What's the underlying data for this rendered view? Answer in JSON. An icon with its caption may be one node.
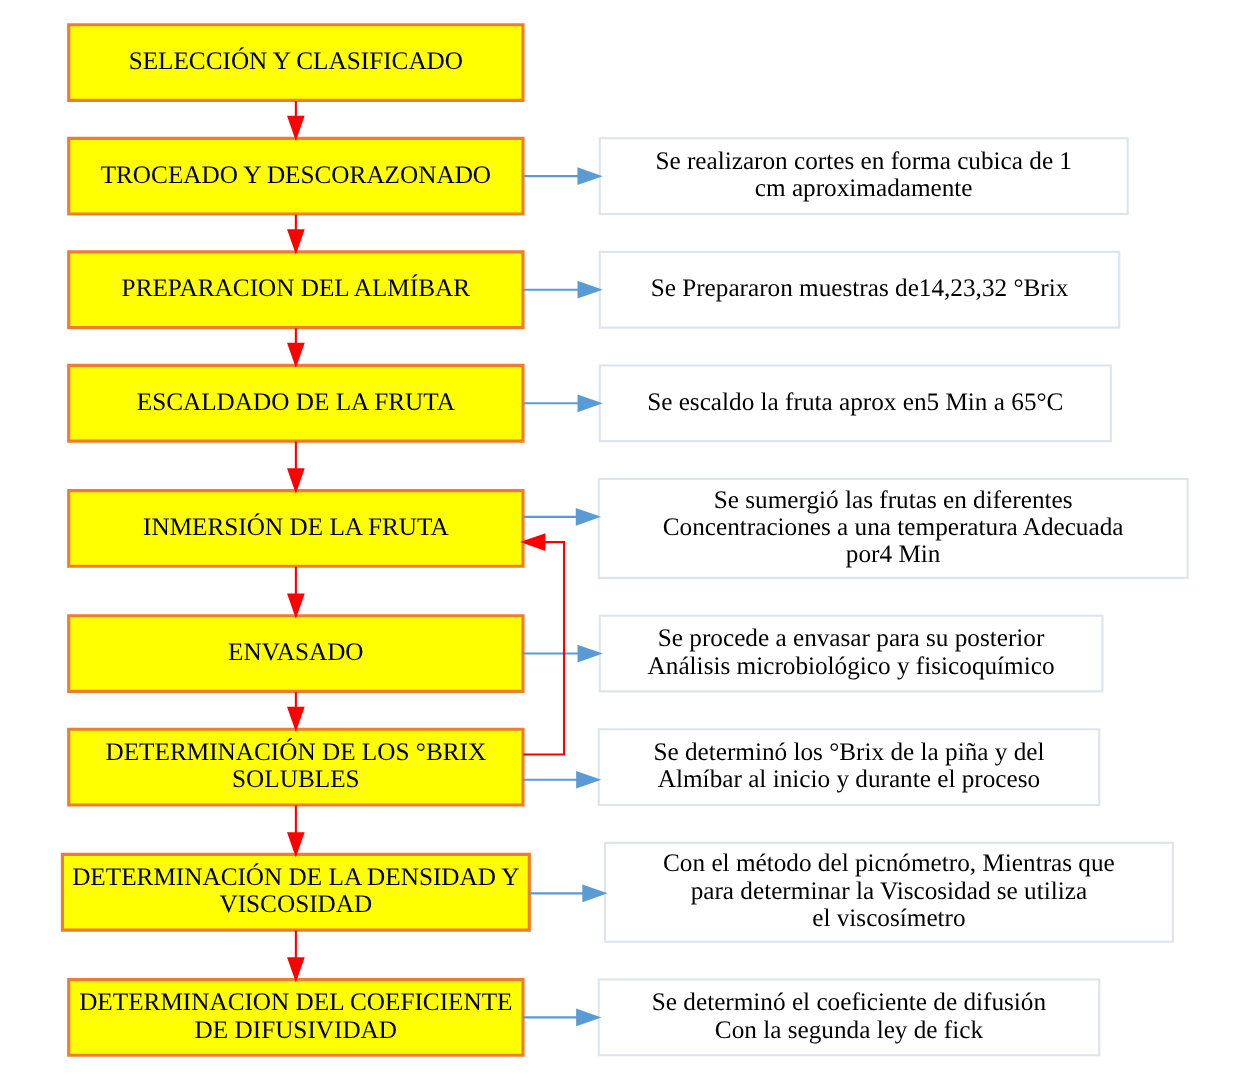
{
  "diagram": {
    "nodes": [
      {
        "text": [
          "SELECCIÓN Y CLASIFICADO"
        ]
      },
      {
        "text": [
          "TROCEADO Y DESCORAZONADO"
        ]
      },
      {
        "text": [
          "PREPARACION DEL ALMÍBAR"
        ]
      },
      {
        "text": [
          "ESCALDADO DE LA FRUTA"
        ]
      },
      {
        "text": [
          "INMERSIÓN DE LA FRUTA"
        ]
      },
      {
        "text": [
          "ENVASADO"
        ]
      },
      {
        "text": [
          "DETERMINACIÓN DE LOS °BRIX SOLUBLES"
        ]
      },
      {
        "text": [
          "DETERMINACIÓN DE LA DENSIDAD Y VISCOSIDAD"
        ]
      },
      {
        "text": [
          "DETERMINACION DEL COEFICIENTE DE DIFUSIVIDAD"
        ]
      },
      {
        "text": [
          "Se realizaron cortes en forma cubica de 1 cm aproximadamente"
        ]
      },
      {
        "text": [
          "Se Prepararon muestras de14,23,32 °Brix"
        ]
      },
      {
        "text": [
          "Se escaldo la fruta aprox en5 Min a 65°C"
        ]
      },
      {
        "text": [
          "Se sumergió las frutas en diferentes Concentraciones a una temperatura Adecuada por4 Min"
        ]
      },
      {
        "text": [
          "Se procede a envasar para su posterior Análisis microbiológico y fisicoquímico"
        ]
      },
      {
        "text": [
          "Se determinó los °Brix de la piña y del Almíbar al inicio y durante el proceso"
        ]
      },
      {
        "text": [
          "Con el método del picnómetro, Mientras que para determinar la Viscosidad se utiliza el viscosímetro"
        ]
      },
      {
        "text": [
          "Se determinó el coeficiente de difusión Con la segunda ley de fick"
        ]
      }
    ],
    "edges": [
      {
        "from": 0,
        "to": 1,
        "arrow": "to"
      },
      {
        "from": 1,
        "to": 2,
        "arrow": "to"
      },
      {
        "from": 2,
        "to": 3,
        "arrow": "to"
      },
      {
        "from": 3,
        "to": 4,
        "arrow": "to"
      },
      {
        "from": 4,
        "to": 5,
        "arrow": "to"
      },
      {
        "from": 5,
        "to": 6,
        "arrow": "to"
      },
      {
        "from": 6,
        "to": 7,
        "arrow": "to"
      },
      {
        "from": 7,
        "to": 8,
        "arrow": "to"
      },
      {
        "from": 1,
        "to": 9,
        "arrow": "to",
        "color": "#5b9bd5"
      },
      {
        "from": 2,
        "to": 10,
        "arrow": "to",
        "color": "#5b9bd5"
      },
      {
        "from": 3,
        "to": 11,
        "arrow": "to",
        "color": "#5b9bd5"
      },
      {
        "from": 4,
        "to": 12,
        "arrow": "to",
        "color": "#5b9bd5"
      },
      {
        "from": 5,
        "to": 13,
        "arrow": "to",
        "color": "#5b9bd5"
      },
      {
        "from": 6,
        "to": 14,
        "arrow": "to",
        "color": "#5b9bd5"
      },
      {
        "from": 7,
        "to": 15,
        "arrow": "to",
        "color": "#5b9bd5"
      },
      {
        "from": 8,
        "to": 16,
        "arrow": "to",
        "color": "#5b9bd5"
      },
      {
        "from": 6,
        "to": 4,
        "arrow": "to"
      }
    ]
  }
}
